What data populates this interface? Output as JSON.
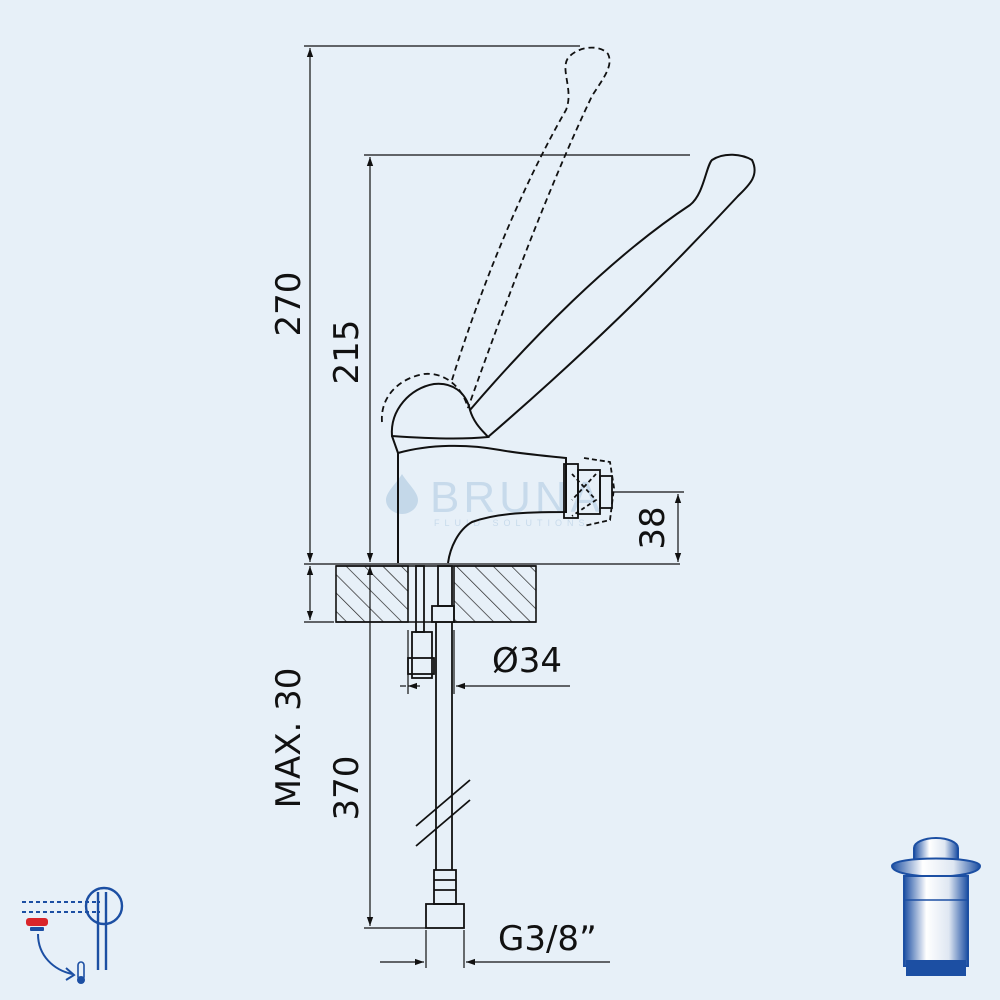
{
  "dimensions": {
    "overall_height": "270",
    "spout_height": "215",
    "body_height": "38",
    "max_deck_thickness": "MAX. 30",
    "hose_length": "370",
    "hole_diameter": "Ø34",
    "connection_thread": "G3/8”"
  },
  "watermark": {
    "brand": "BRUNA",
    "tagline": "FLUID SOLUTIONS"
  },
  "icons": {
    "mixer": "lever-mixer-icon",
    "waste": "pop-up-waste-icon"
  },
  "colors": {
    "background": "#e7f0f8",
    "line": "#111111",
    "icon_blue": "#1c4fa3",
    "icon_red": "#d9252a"
  }
}
